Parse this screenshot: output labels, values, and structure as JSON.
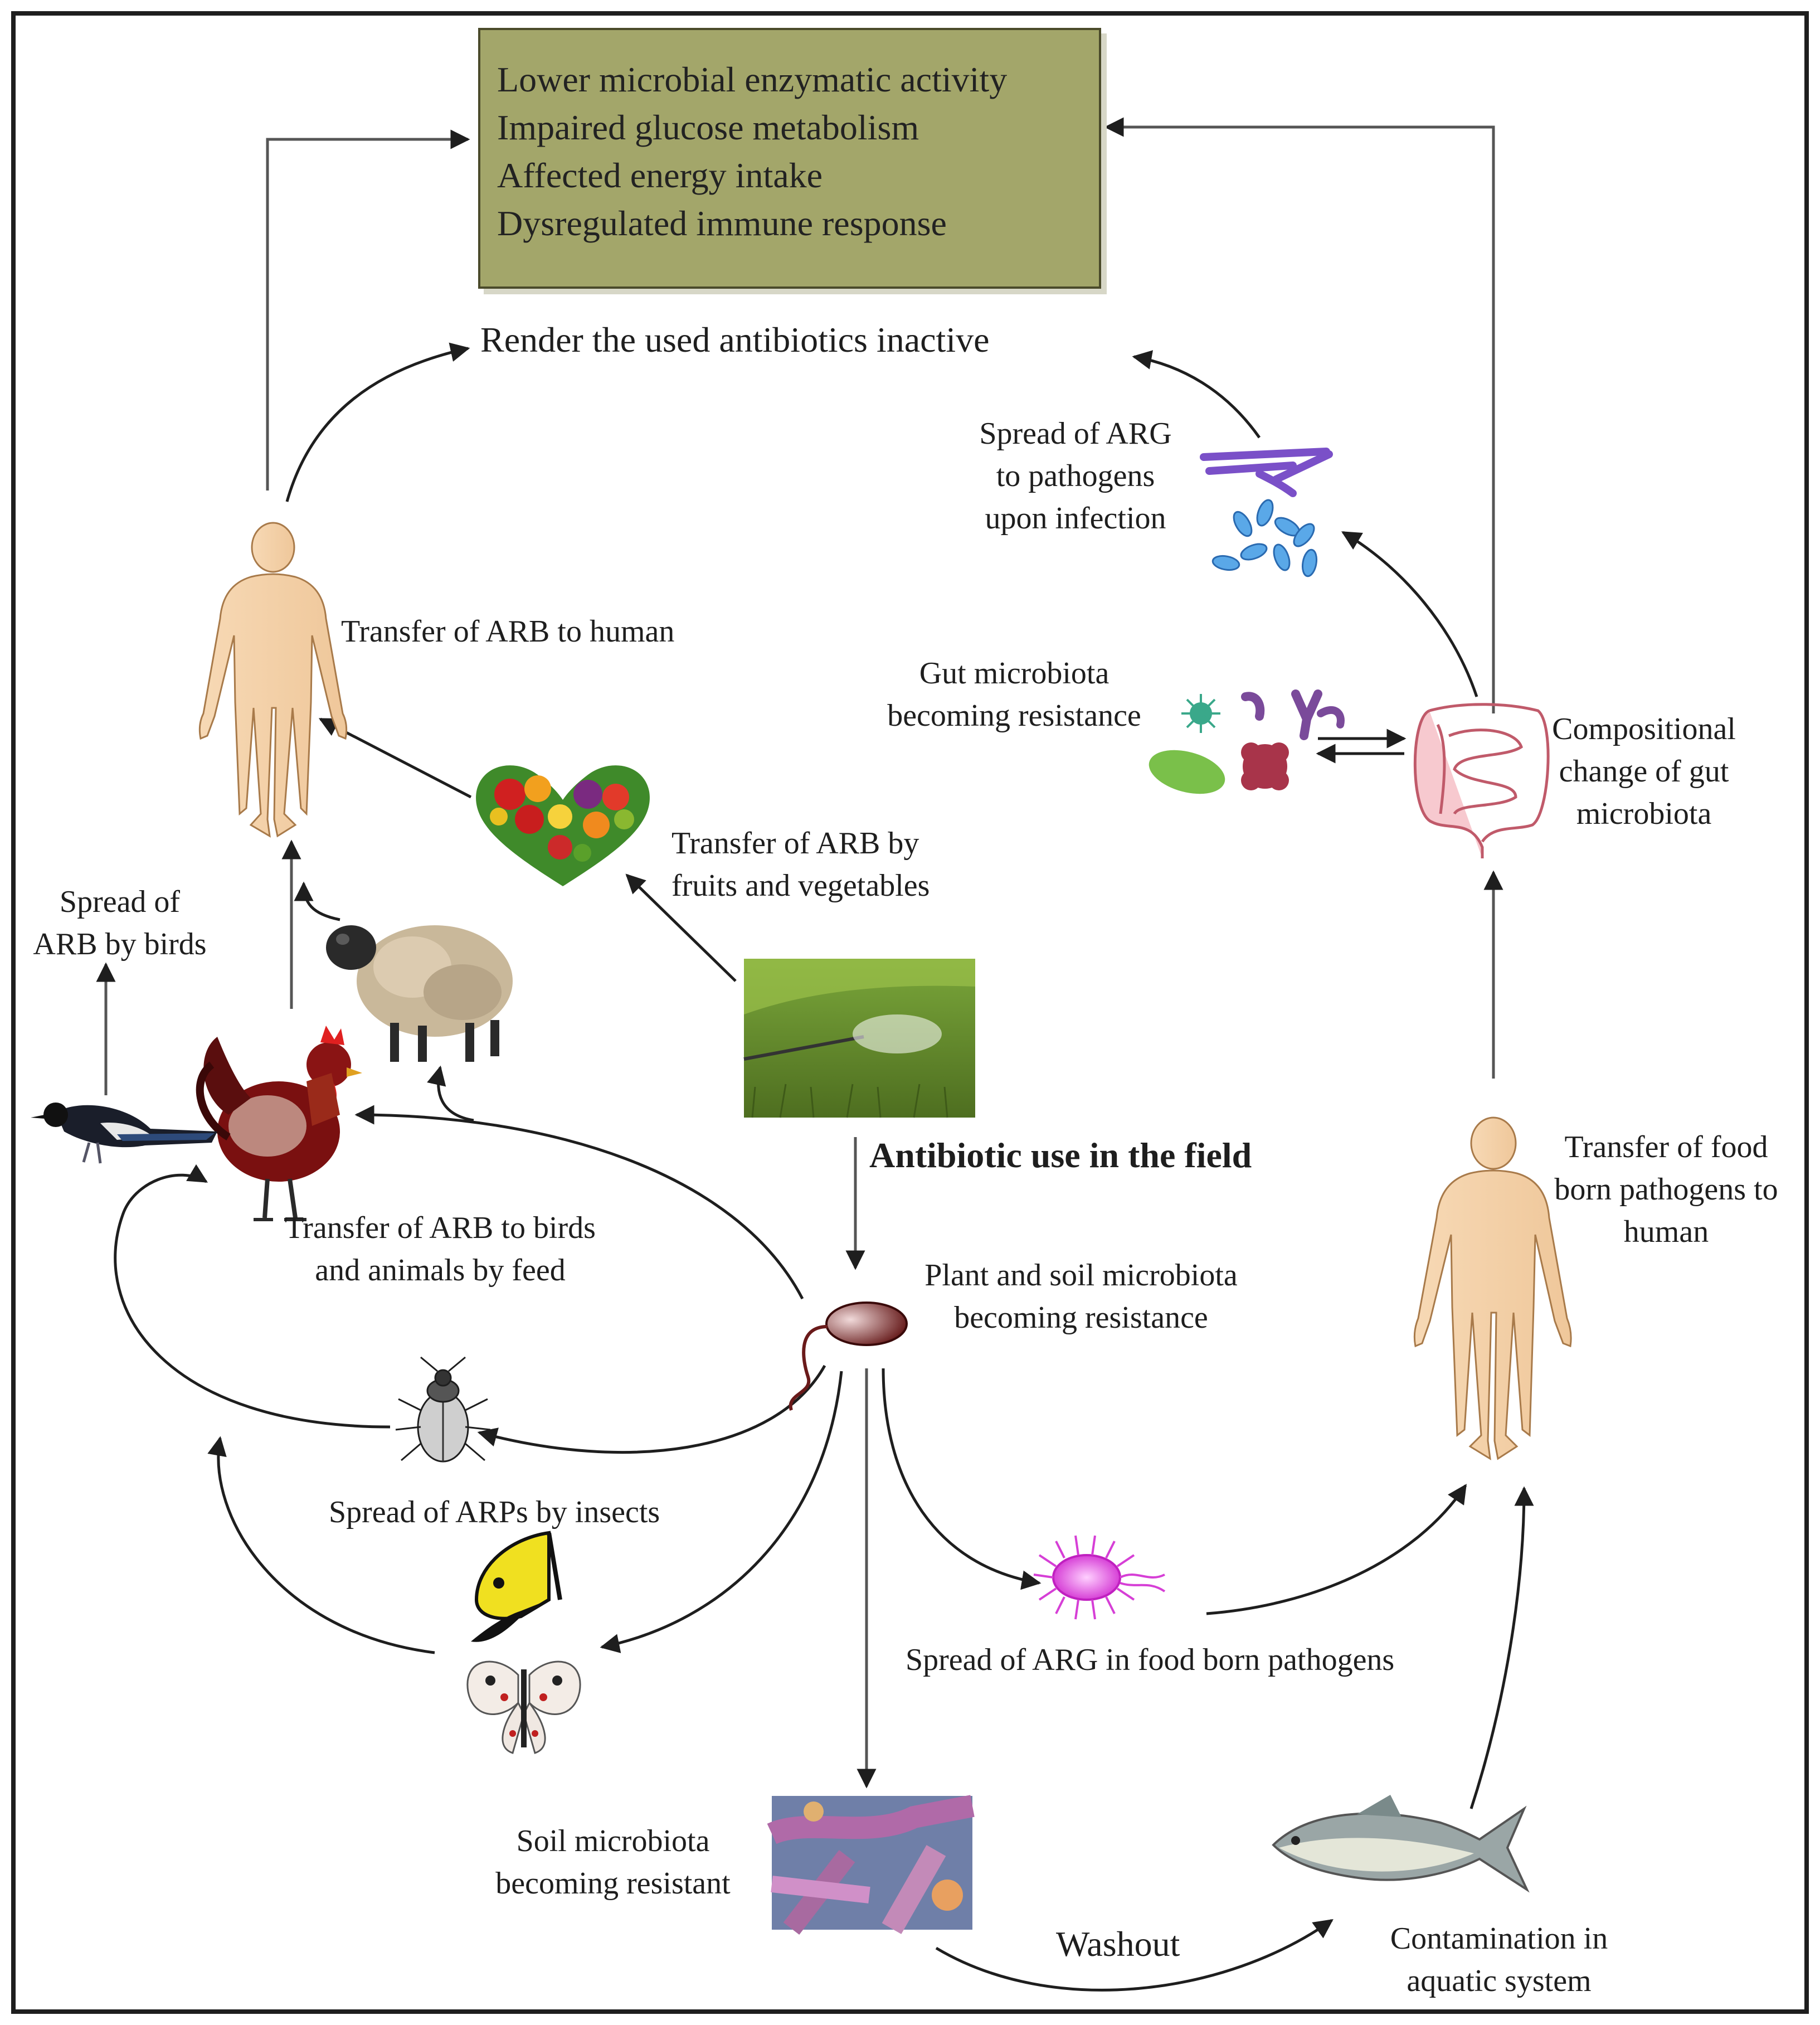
{
  "effects_box": {
    "items": [
      "Lower microbial enzymatic activity",
      "Impaired glucose metabolism",
      "Affected energy intake",
      "Dysregulated immune response"
    ]
  },
  "labels": {
    "render_inactive": "Render the used antibiotics inactive",
    "spread_arg_pathogens": "Spread of ARG\nto pathogens\nupon infection",
    "transfer_arb_human": "Transfer of ARB to human",
    "gut_microbiota_resistance": "Gut microbiota\nbecoming resistance",
    "compositional_change": "Compositional\nchange of gut\nmicrobiota",
    "transfer_fruits_vegetables": "Transfer of ARB by\nfruits and vegetables",
    "spread_birds": "Spread of\nARB by birds",
    "antibiotic_use_field": "Antibiotic use in the field",
    "transfer_food_born_human": "Transfer of  food\nborn pathogens to\nhuman",
    "transfer_feed": "Transfer of ARB to birds\nand animals by feed",
    "plant_soil_resistance": "Plant and soil microbiota\nbecoming resistance",
    "spread_insects": "Spread of ARPs by insects",
    "spread_arg_food_born": "Spread of ARG in food born pathogens",
    "soil_resistant": "Soil microbiota\nbecoming resistant",
    "washout": "Washout",
    "aquatic_contamination": "Contamination in\naquatic system"
  }
}
